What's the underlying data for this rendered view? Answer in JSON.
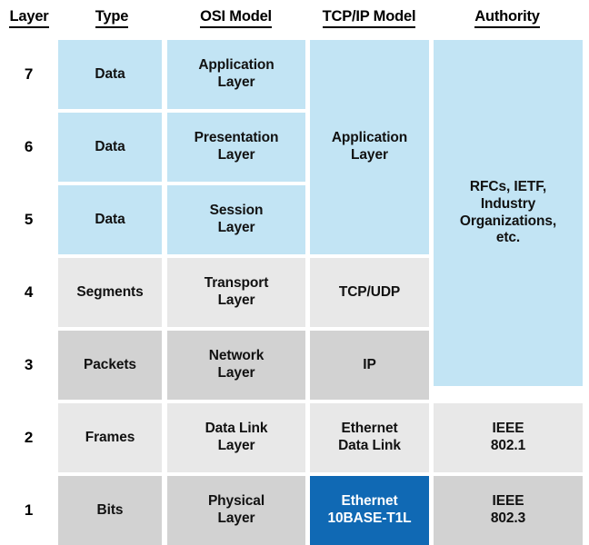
{
  "chart_data": {
    "type": "table",
    "title": "OSI Model vs TCP/IP Model layer comparison",
    "columns": [
      "Layer",
      "Type",
      "OSI Model",
      "TCP/IP Model",
      "Authority"
    ],
    "rows": [
      {
        "layer": "7",
        "type": "Data",
        "osi": "Application\nLayer",
        "tcpip": "Application\nLayer",
        "authority": "RFCs, IETF,\nIndustry\nOrganizations,\netc."
      },
      {
        "layer": "6",
        "type": "Data",
        "osi": "Presentation\nLayer",
        "tcpip": "",
        "authority": ""
      },
      {
        "layer": "5",
        "type": "Data",
        "osi": "Session\nLayer",
        "tcpip": "",
        "authority": ""
      },
      {
        "layer": "4",
        "type": "Segments",
        "osi": "Transport\nLayer",
        "tcpip": "TCP/UDP",
        "authority": ""
      },
      {
        "layer": "3",
        "type": "Packets",
        "osi": "Network\nLayer",
        "tcpip": "IP",
        "authority": ""
      },
      {
        "layer": "2",
        "type": "Frames",
        "osi": "Data Link\nLayer",
        "tcpip": "Ethernet\nData Link",
        "authority": "IEEE\n802.1"
      },
      {
        "layer": "1",
        "type": "Bits",
        "osi": "Physical\nLayer",
        "tcpip": "Ethernet\n10BASE-T1L",
        "authority": "IEEE\n802.3"
      }
    ],
    "merged_cells": [
      {
        "column": "TCP/IP Model",
        "text": "Application Layer",
        "spans_layers": [
          "7",
          "6",
          "5"
        ]
      },
      {
        "column": "Authority",
        "text": "RFCs, IETF, Industry Organizations, etc.",
        "spans_layers": [
          "7",
          "6",
          "5",
          "4",
          "3"
        ]
      }
    ],
    "highlighted_cell": {
      "column": "TCP/IP Model",
      "layer": "1",
      "text": "Ethernet 10BASE-T1L"
    },
    "legend": [],
    "grid": false
  },
  "header": {
    "layer": "Layer",
    "type": "Type",
    "osi": "OSI Model",
    "tcpip": "TCP/IP Model",
    "authority": "Authority"
  },
  "layers": {
    "l7": "7",
    "l6": "6",
    "l5": "5",
    "l4": "4",
    "l3": "3",
    "l2": "2",
    "l1": "1"
  },
  "type_col": {
    "l7": "Data",
    "l6": "Data",
    "l5": "Data",
    "l4": "Segments",
    "l3": "Packets",
    "l2": "Frames",
    "l1": "Bits"
  },
  "osi_col": {
    "l7_a": "Application",
    "l7_b": "Layer",
    "l6_a": "Presentation",
    "l6_b": "Layer",
    "l5_a": "Session",
    "l5_b": "Layer",
    "l4_a": "Transport",
    "l4_b": "Layer",
    "l3_a": "Network",
    "l3_b": "Layer",
    "l2_a": "Data Link",
    "l2_b": "Layer",
    "l1_a": "Physical",
    "l1_b": "Layer"
  },
  "tcpip_col": {
    "app_a": "Application",
    "app_b": "Layer",
    "l4": "TCP/UDP",
    "l3": "IP",
    "l2_a": "Ethernet",
    "l2_b": "Data Link",
    "l1_a": "Ethernet",
    "l1_b": "10BASE-T1L"
  },
  "authority_col": {
    "rfc_a": "RFCs, IETF,",
    "rfc_b": "Industry",
    "rfc_c": "Organizations,",
    "rfc_d": "etc.",
    "l2_a": "IEEE",
    "l2_b": "802.1",
    "l1_a": "IEEE",
    "l1_b": "802.3"
  },
  "colors": {
    "blue_fill": "#c2e4f4",
    "light_gray_fill": "#e8e8e8",
    "mid_gray_fill": "#d2d2d2",
    "accent_blue": "#1069b4",
    "text": "#111111",
    "accent_text": "#ffffff"
  }
}
